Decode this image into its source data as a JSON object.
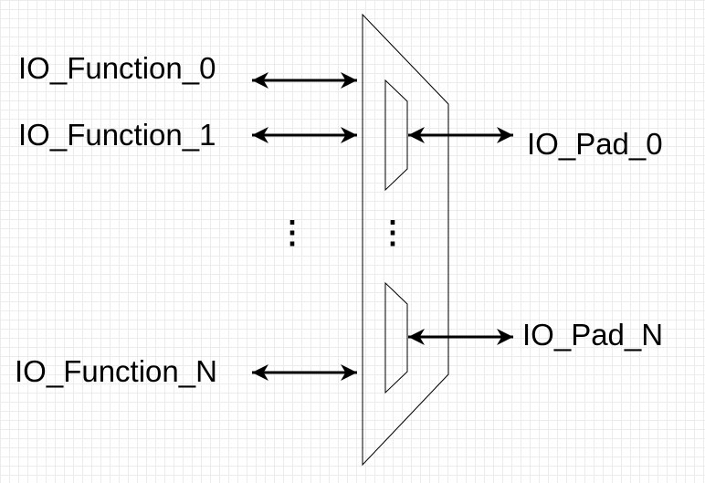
{
  "diagram": {
    "functions": {
      "f0": "IO_Function_0",
      "f1": "IO_Function_1",
      "fn": "IO_Function_N"
    },
    "pads": {
      "p0": "IO_Pad_0",
      "pn": "IO_Pad_N"
    },
    "ellipsis": "⋮",
    "colors": {
      "stroke": "#000000",
      "grid": "#ececec",
      "background": "#ffffff"
    }
  }
}
